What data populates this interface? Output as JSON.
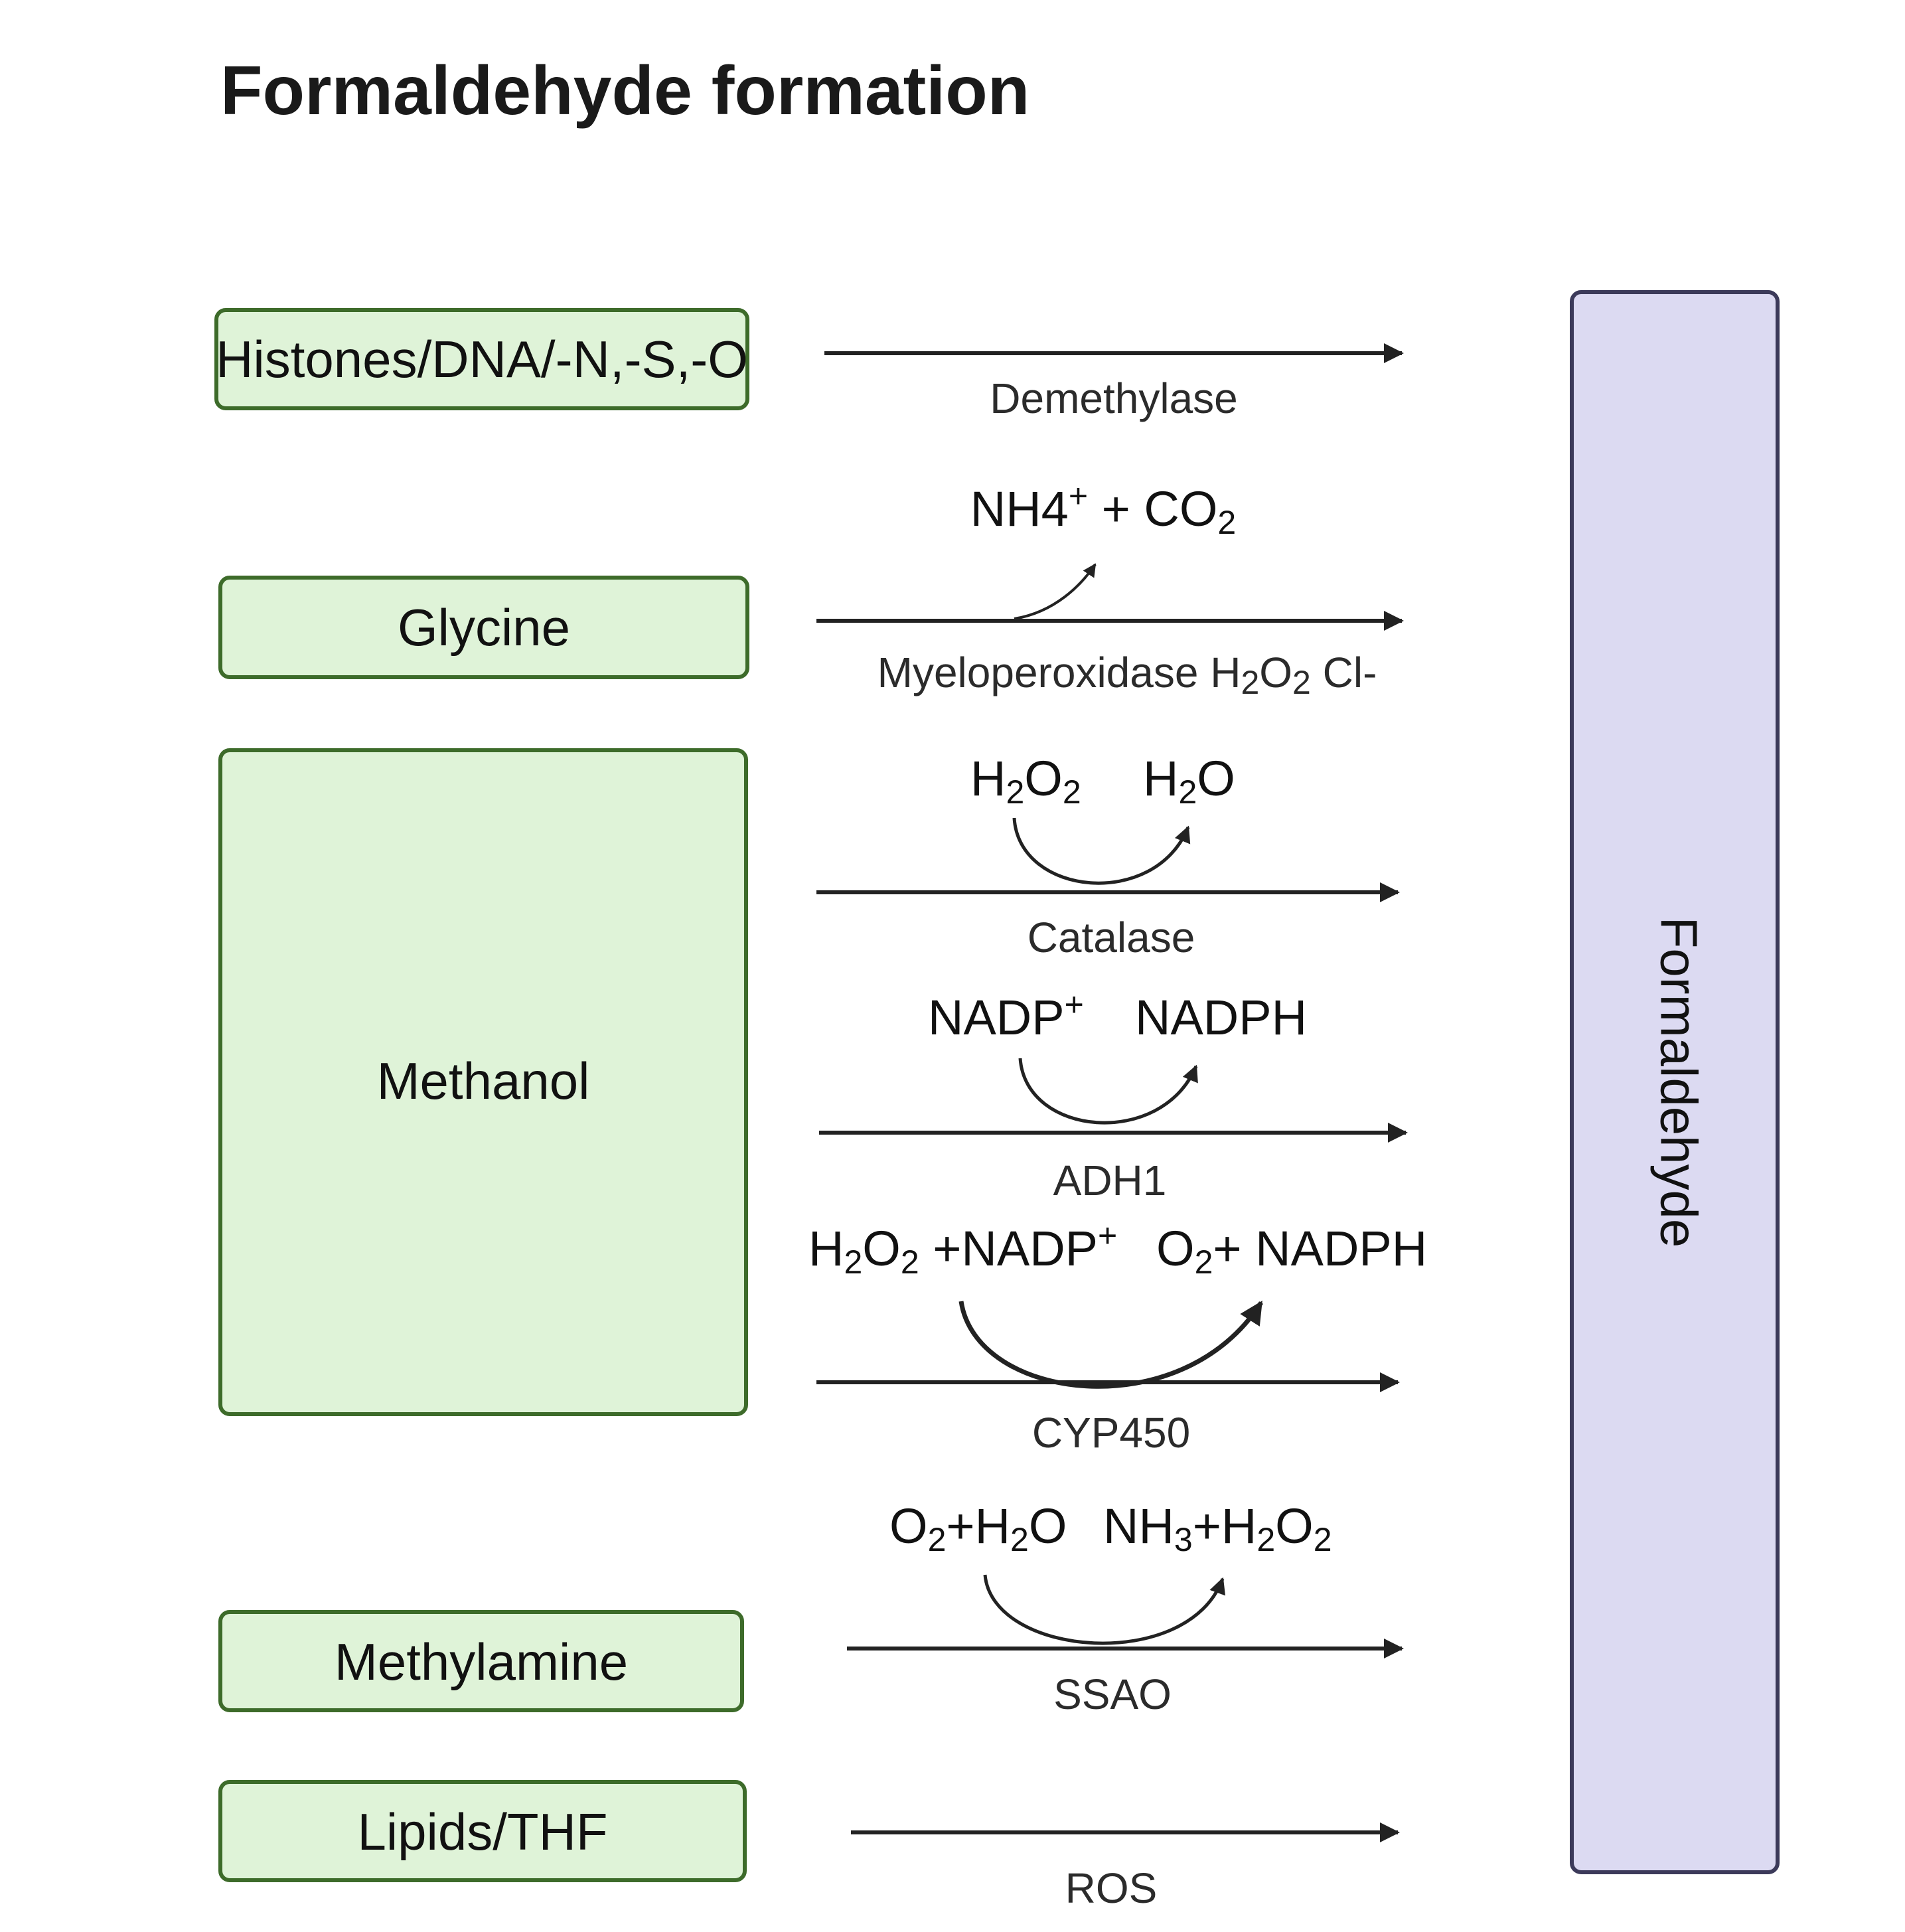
{
  "title": "Formaldehyde formation",
  "product": {
    "label": "Formaldehyde"
  },
  "sources": {
    "histones": "Histones/DNA/-N,-S,-O",
    "glycine": "Glycine",
    "methanol": "Methanol",
    "methylamine": "Methylamine",
    "lipids": "Lipids/THF"
  },
  "enzymes": {
    "demethylase": "Demethylase",
    "myeloperoxidase_prefix": "Myeloperoxidase H",
    "myeloperoxidase_s1": "2",
    "myeloperoxidase_o": "O",
    "myeloperoxidase_s2": "2",
    "myeloperoxidase_suffix": " Cl-",
    "catalase": "Catalase",
    "adh1": "ADH1",
    "cyp450": "CYP450",
    "ssao": "SSAO",
    "ros": "ROS"
  },
  "cofactors": {
    "glycine_out_a": "NH4",
    "glycine_out_sup": "+",
    "glycine_out_b": " + CO",
    "glycine_out_sub": "2",
    "catalase_in_h": "H",
    "catalase_in_s1": "2",
    "catalase_in_o": "O",
    "catalase_in_s2": "2",
    "catalase_out_h": "H",
    "catalase_out_s": "2",
    "catalase_out_o": "O",
    "adh1_in": "NADP",
    "adh1_in_sup": "+",
    "adh1_out": "NADPH",
    "cyp_in_h": "H",
    "cyp_in_s1": "2",
    "cyp_in_o": "O",
    "cyp_in_s2": "2",
    "cyp_in_rest": " +NADP",
    "cyp_in_sup": "+",
    "cyp_out_o": "O",
    "cyp_out_s": "2",
    "cyp_out_rest": "+ NADPH",
    "ssao_in_o": "O",
    "ssao_in_s1": "2",
    "ssao_in_h": "+H",
    "ssao_in_s2": "2",
    "ssao_in_o2": "O",
    "ssao_out_nh": "NH",
    "ssao_out_s1": "3",
    "ssao_out_h": "+H",
    "ssao_out_s2": "2",
    "ssao_out_o": "O",
    "ssao_out_s3": "2"
  },
  "colors": {
    "source_fill": "#dff3d8",
    "source_stroke": "#3d6b2a",
    "product_fill": "#dcdaf2",
    "product_stroke": "#3c3a5a",
    "arrow": "#222222"
  }
}
